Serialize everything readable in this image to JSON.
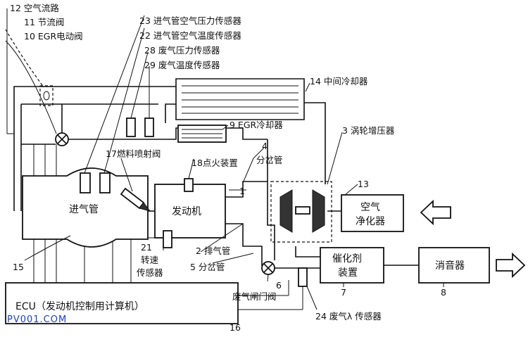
{
  "labels": {
    "l12": "12 空气流路",
    "l11": "11 节流阀",
    "l10": "10 EGR电动阀",
    "l23": "23 进气管空气压力传感器",
    "l22": "22 进气管空气温度传感器",
    "l28": "28 废气压力传感器",
    "l29": "29 废气温度传感器",
    "l14": "14 中间冷却器",
    "l9": "9 EGR冷却器",
    "l3": "3 涡轮增压器",
    "l17": "17燃料喷射阀",
    "l18": "18点火装置",
    "l4a": "4",
    "l4b": "分岔管",
    "l13": "13",
    "l1": "1",
    "l15": "15",
    "l21a": "21",
    "l21b": "转速",
    "l21c": "传感器",
    "l2": "2 排气管",
    "l5": "5 分岔管",
    "l6": "6",
    "l6b": "废气闸门阀",
    "l7": "7",
    "l8": "8",
    "l24": "24 废气λ 传感器",
    "l16": "16"
  },
  "blocks": {
    "intake": "进气管",
    "engine": "发动机",
    "air_a": "空气",
    "air_b": "净化器",
    "cat_a": "催化剂",
    "cat_b": "装置",
    "muffler": "消音器",
    "ecu": "ECU（发动机控制用计算机）"
  },
  "watermark": "PV001.COM"
}
